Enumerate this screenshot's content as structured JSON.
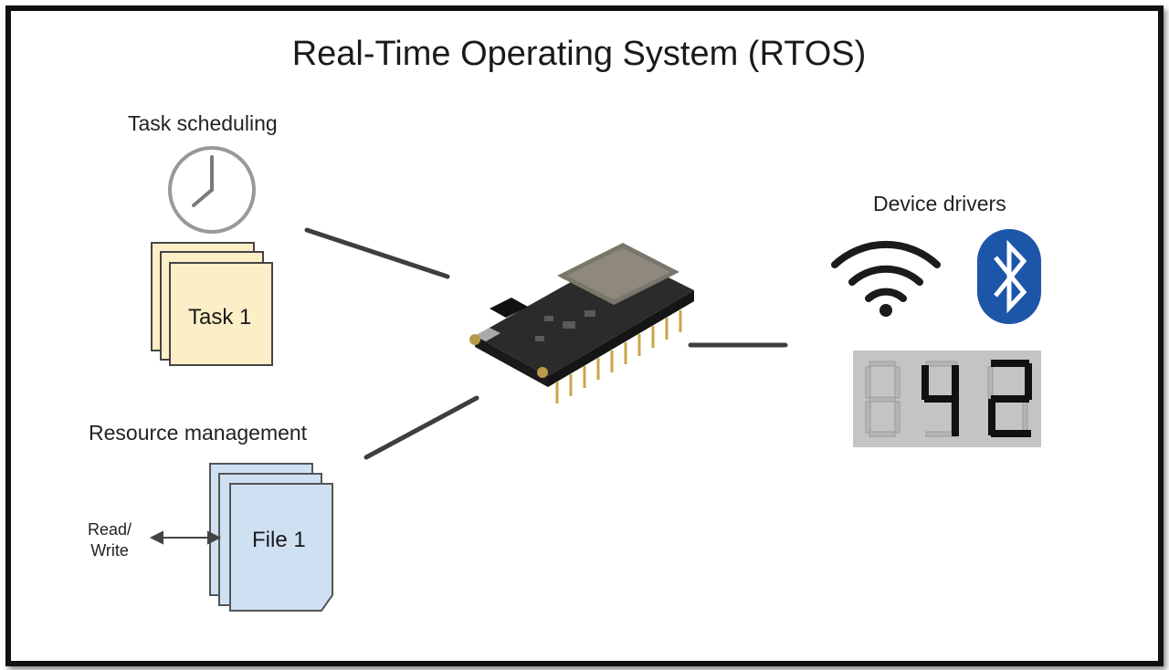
{
  "diagram": {
    "title": "Real-Time Operating System (RTOS)",
    "task_scheduling": {
      "label": "Task scheduling",
      "doc_label": "Task 1"
    },
    "resource_management": {
      "label": "Resource management",
      "doc_label": "File 1",
      "io_label_line1": "Read/",
      "io_label_line2": "Write"
    },
    "device_drivers": {
      "label": "Device drivers",
      "display_value": "42"
    }
  },
  "colors": {
    "task_doc_fill": "#fcefc8",
    "file_doc_fill": "#cfe0f3",
    "bluetooth_blue": "#1c56a8",
    "display_bg": "#c4c4c4",
    "connector": "#3e3e3e"
  },
  "icons": [
    "clock-icon",
    "wifi-icon",
    "bluetooth-icon",
    "seven-segment-display",
    "microcontroller-board"
  ]
}
